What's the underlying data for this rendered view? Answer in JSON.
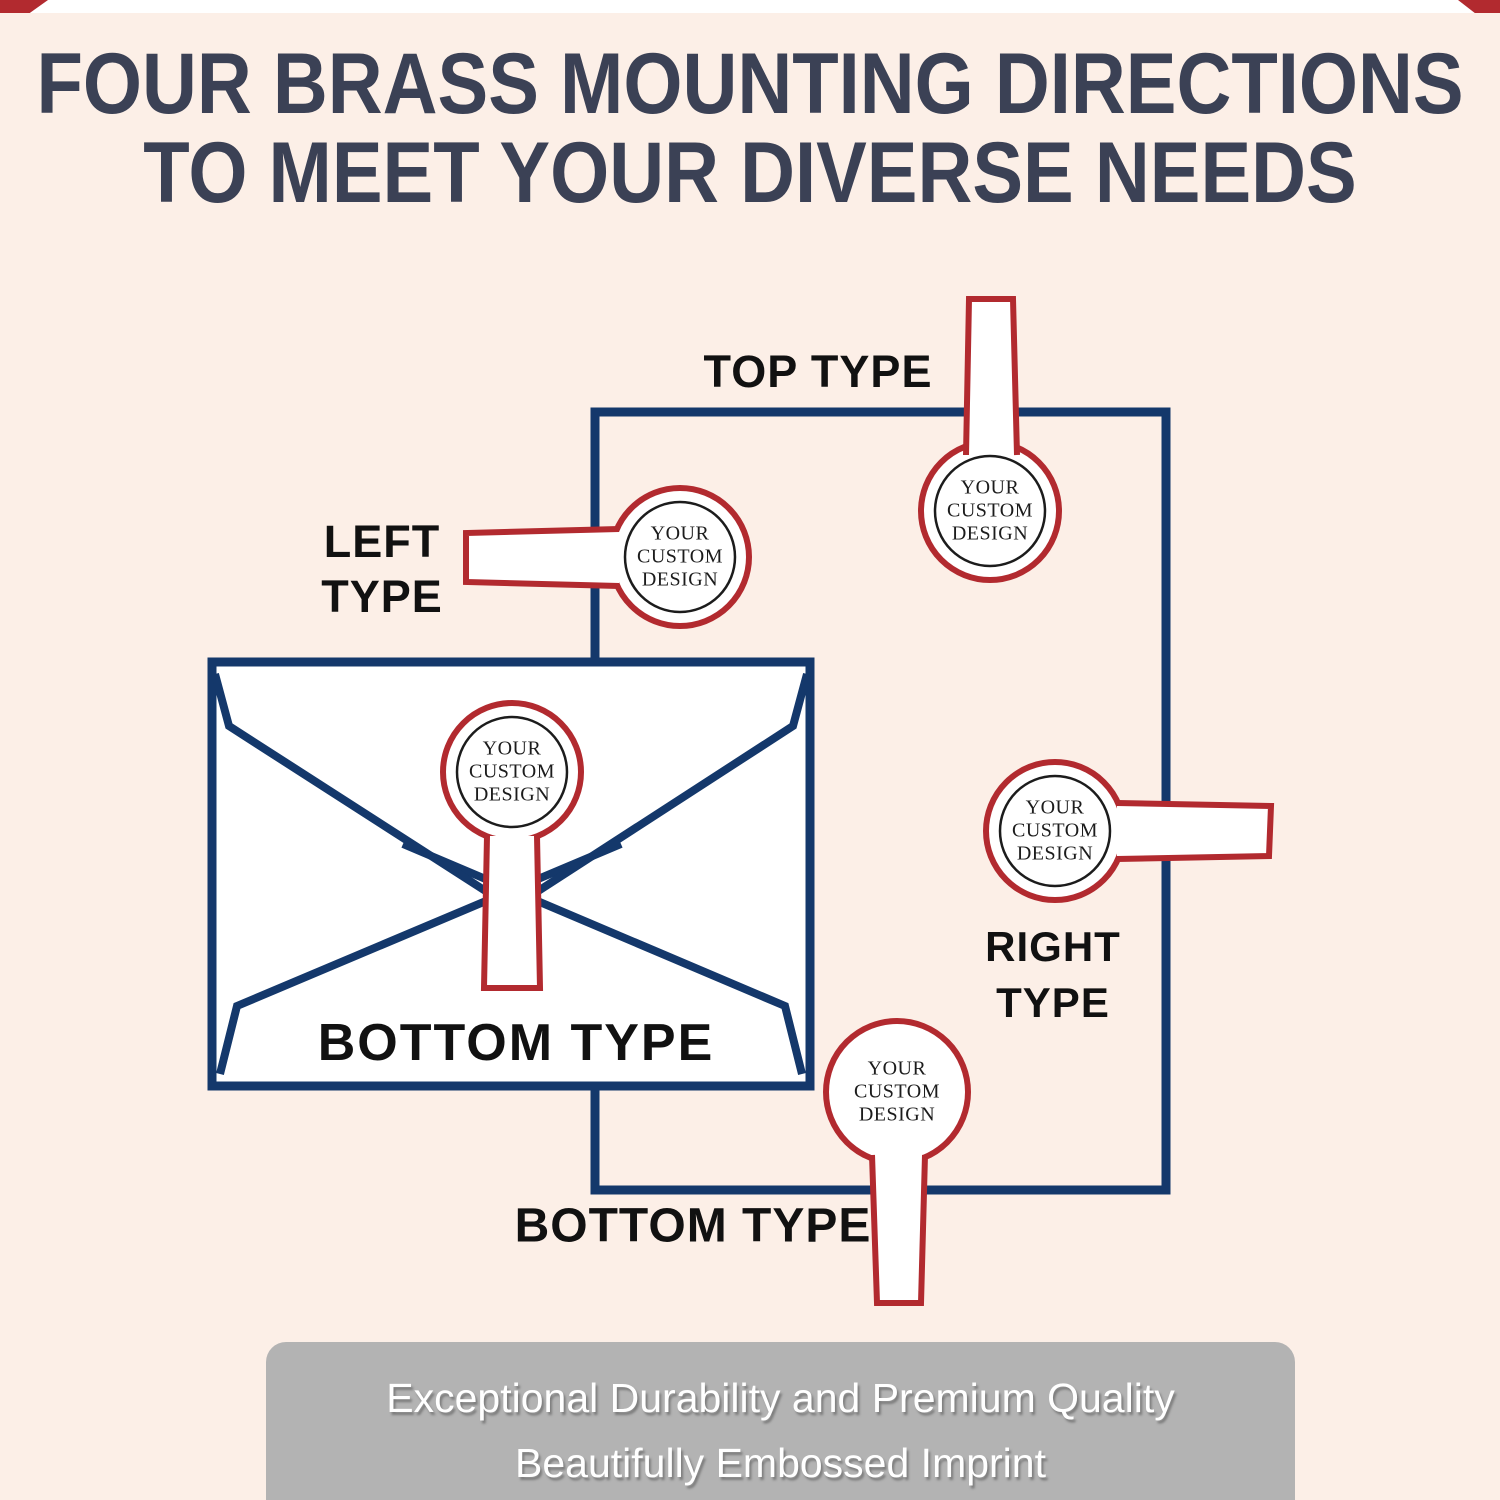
{
  "title": {
    "line1": "FOUR BRASS MOUNTING DIRECTIONS",
    "line2": "TO MEET YOUR DIVERSE NEEDS"
  },
  "labels": {
    "top": "TOP TYPE",
    "left_line1": "LEFT",
    "left_line2": "TYPE",
    "right_line1": "RIGHT",
    "right_line2": "TYPE",
    "bottom_inside_envelope": "BOTTOM TYPE",
    "bottom_outside": "BOTTOM TYPE"
  },
  "stamp": {
    "line1": "YOUR",
    "line2": "CUSTOM",
    "line3": "DESIGN"
  },
  "banner": {
    "line1": "Exceptional Durability and Premium Quality",
    "line2": "Beautifully Embossed Imprint"
  },
  "colors": {
    "background": "#fcefe7",
    "navy": "#14386b",
    "red": "#b22a2f",
    "title": "#3b4155",
    "stamp_text": "#1c1c1c",
    "banner_bg": "#b3b3b3",
    "banner_text": "#ffffff"
  }
}
